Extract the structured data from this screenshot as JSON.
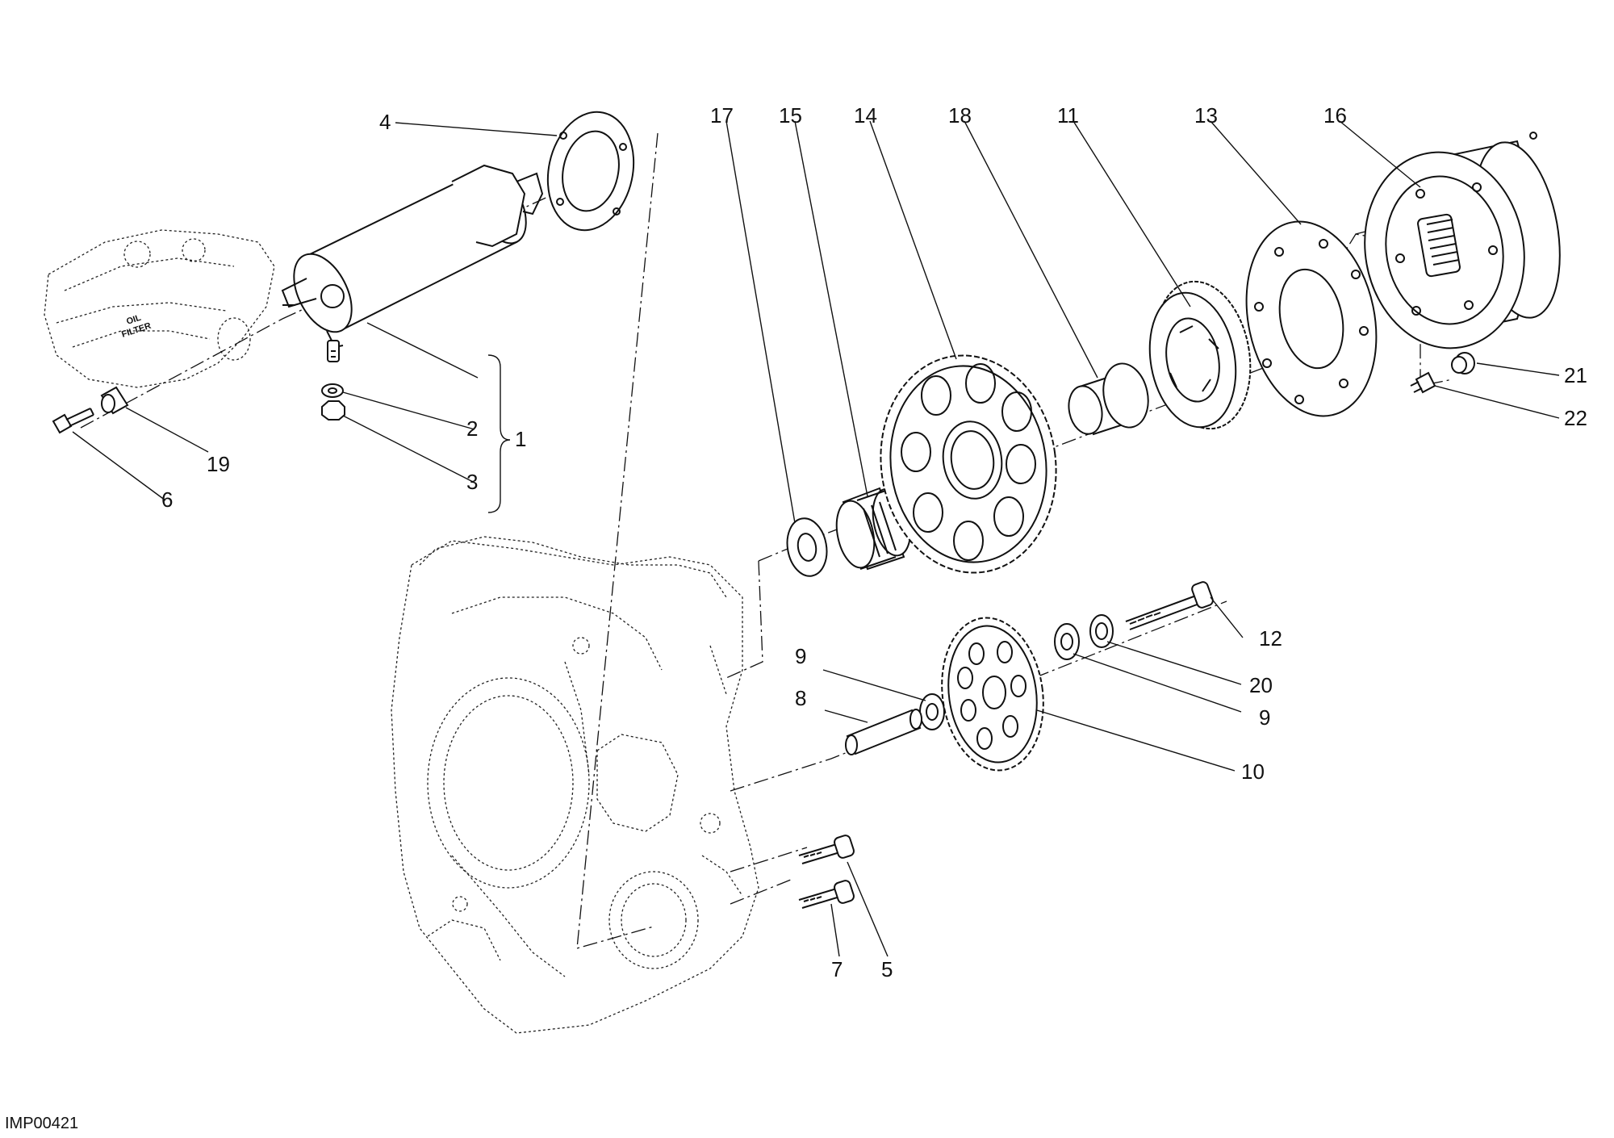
{
  "drawing_code": "IMP00421",
  "engine_mark": {
    "line1": "OIL",
    "line2": "FILTER"
  },
  "callouts": {
    "c1": "1",
    "c2": "2",
    "c3": "3",
    "c4": "4",
    "c5": "5",
    "c6": "6",
    "c7": "7",
    "c8": "8",
    "c9a": "9",
    "c9b": "9",
    "c10": "10",
    "c11": "11",
    "c12": "12",
    "c13": "13",
    "c14": "14",
    "c15": "15",
    "c16": "16",
    "c17": "17",
    "c18": "18",
    "c19": "19",
    "c20": "20",
    "c21": "21",
    "c22": "22"
  }
}
